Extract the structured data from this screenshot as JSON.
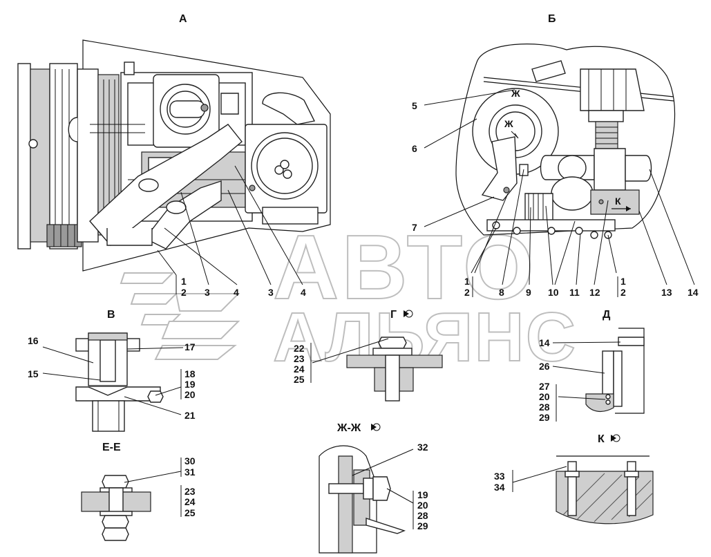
{
  "views": {
    "a": "А",
    "b": "Б",
    "v": "В",
    "g": "Г",
    "d": "Д",
    "ee": "Е-Е",
    "zhzh": "Ж-Ж",
    "k": "К"
  },
  "watermark": {
    "line1": "АВТО",
    "line2": "АЛЬЯНС"
  },
  "view_a_callouts": [
    "1",
    "2",
    "3",
    "4",
    "3",
    "4"
  ],
  "view_b_callouts": [
    "5",
    "6",
    "7",
    "1",
    "2",
    "8",
    "9",
    "10",
    "11",
    "12",
    "1",
    "2",
    "13",
    "14"
  ],
  "view_b_markers": {
    "zh_top": "Ж",
    "zh_inner": "Ж",
    "k": "К"
  },
  "view_v_callouts": [
    "16",
    "15",
    "17",
    "18",
    "19",
    "20",
    "21"
  ],
  "view_g_callouts": [
    "22",
    "23",
    "24",
    "25"
  ],
  "view_d_callouts": [
    "14",
    "26",
    "27",
    "20",
    "28",
    "29"
  ],
  "view_ee_callouts": [
    "30",
    "31",
    "23",
    "24",
    "25"
  ],
  "view_zhzh_callouts": [
    "32",
    "19",
    "20",
    "28",
    "29"
  ],
  "view_k_callouts": [
    "33",
    "34"
  ],
  "icons": {
    "view_direction": "view-direction-arrow-icon"
  }
}
